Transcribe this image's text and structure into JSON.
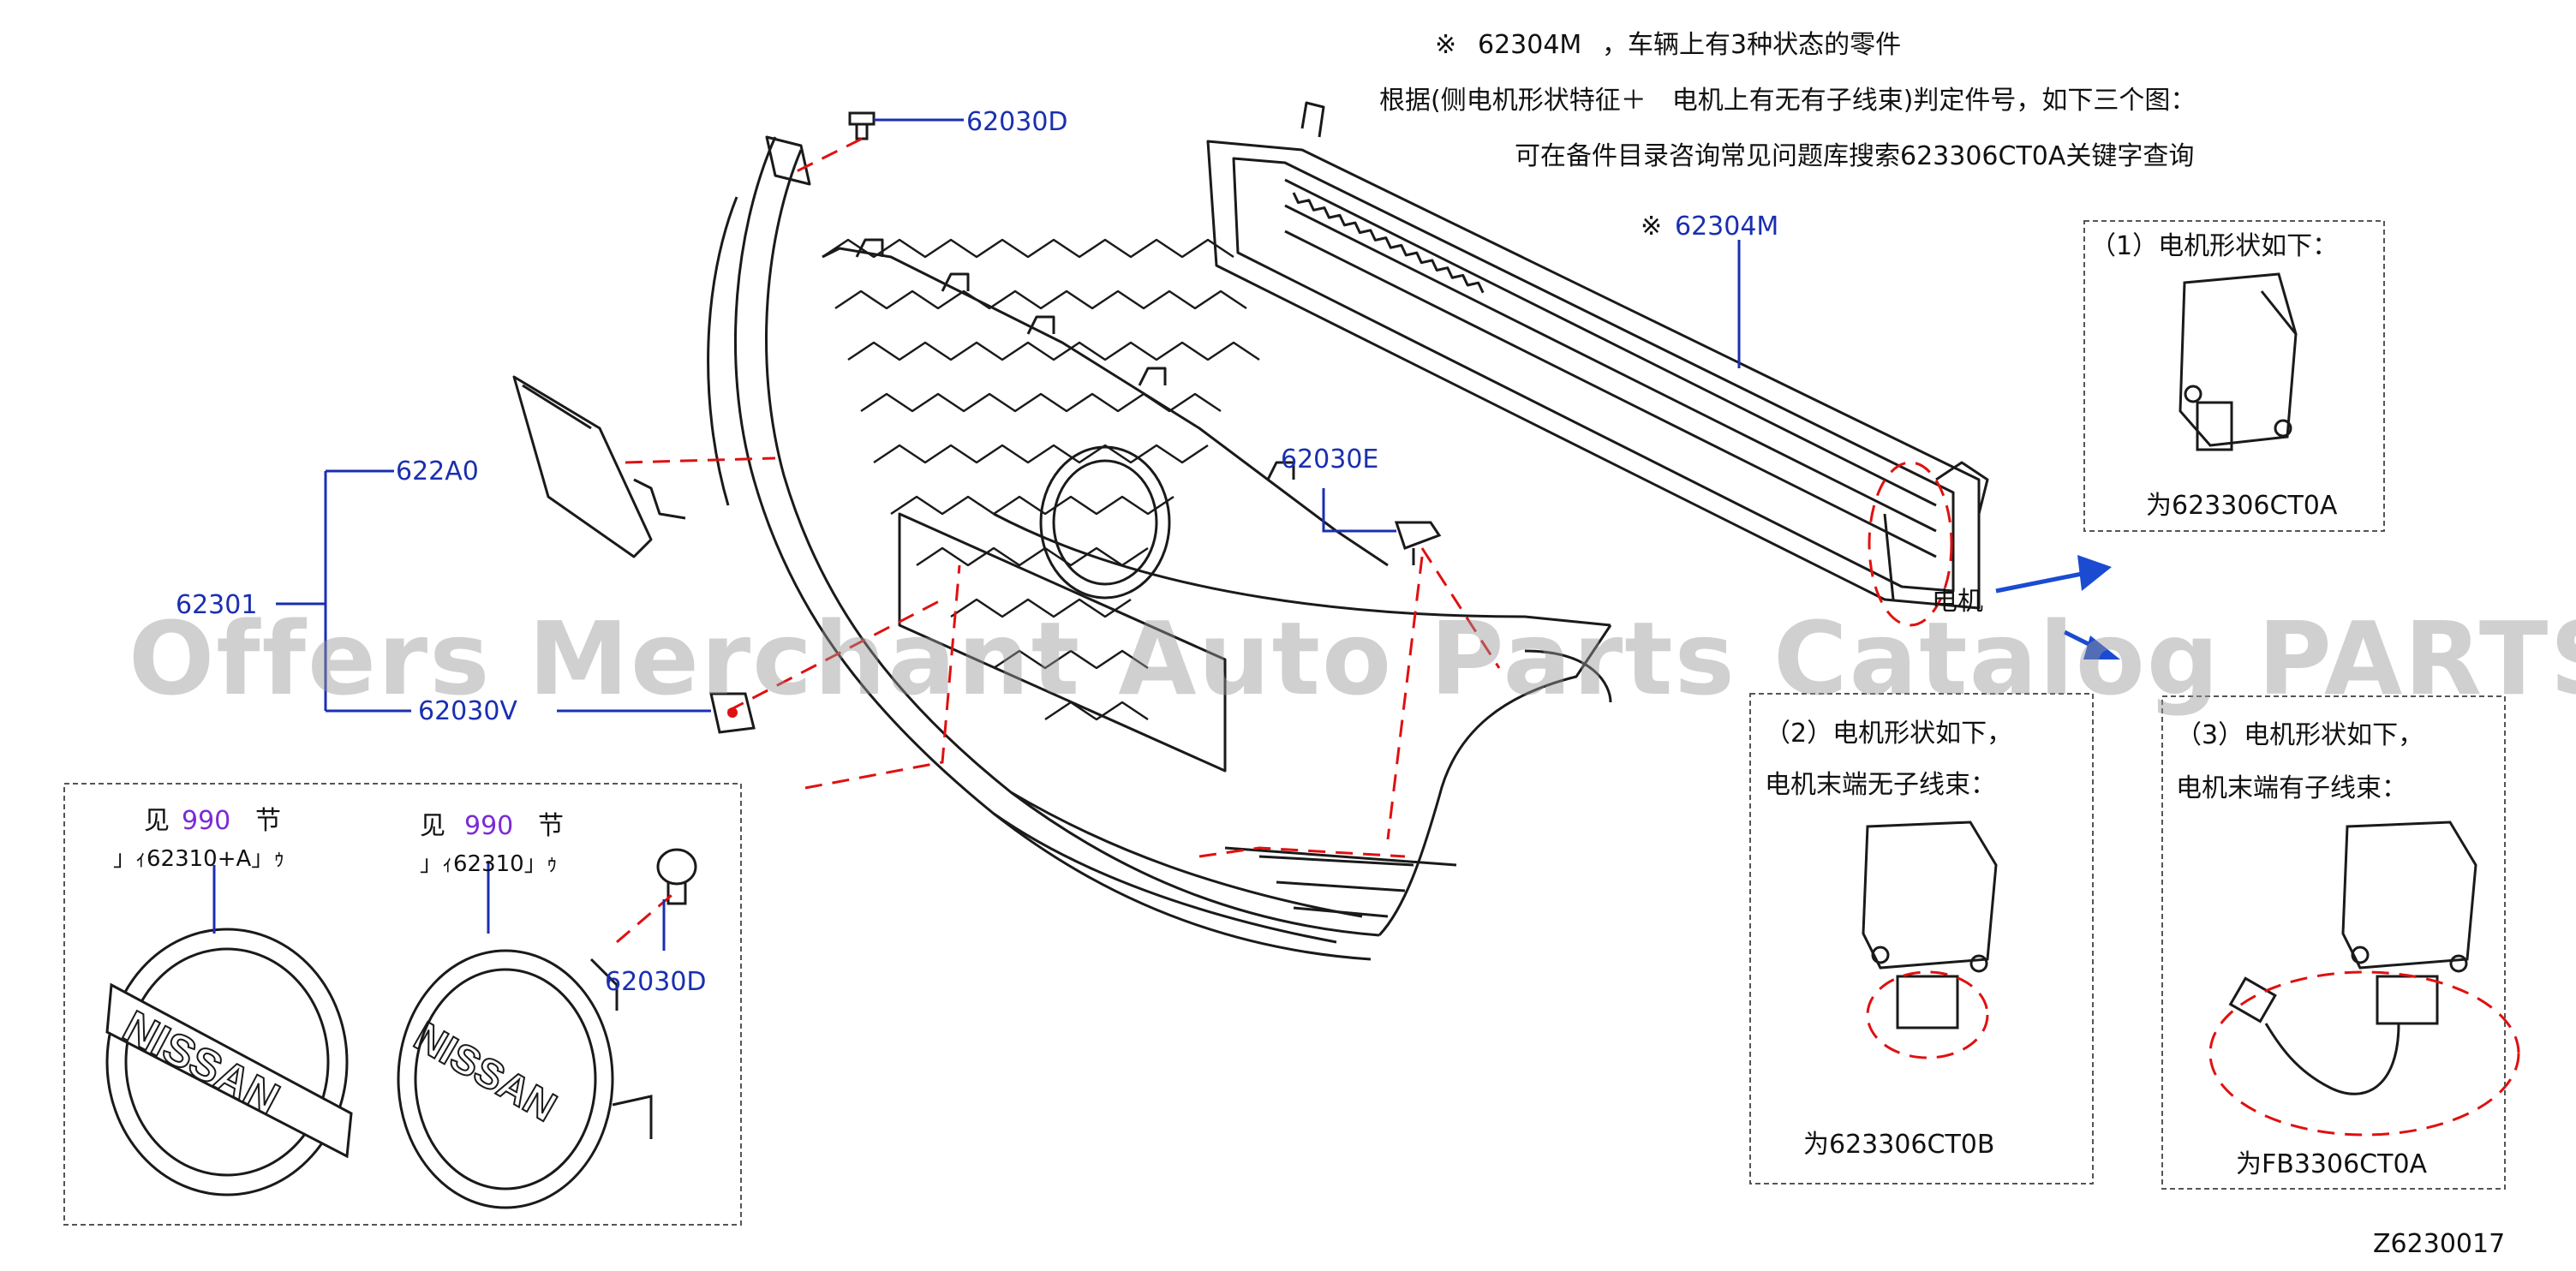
{
  "header": {
    "note_line1_mark": "※",
    "note_line1_part": "62304M",
    "note_line1_text": "，车辆上有3种状态的零件",
    "note_line2": "根据(侧电机形状特征＋　电机上有无有子线束)判定件号，如下三个图：",
    "note_line3": "可在备件目录咨询常见问题库搜索623306CT0A关键字查询"
  },
  "callouts": {
    "top_clip": "62030D",
    "ventilator_mark": "※",
    "ventilator": "62304M",
    "cover": "622A0",
    "grille_assy": "62301",
    "bracket": "62030V",
    "clip_e": "62030E",
    "emblem_clip": "62030D",
    "motor": "电机"
  },
  "emblem_box": {
    "see1": "见",
    "section1": "990",
    "jie1": "节",
    "ref1": "」ｨ62310+A」ｩ",
    "see2": "见",
    "section2": "990",
    "jie2": "节",
    "ref2": "」ｨ62310」ｩ",
    "logo_text": "NISSAN"
  },
  "motor_boxes": [
    {
      "line1": "（1）电机形状如下：",
      "line2": "",
      "part": "为623306CT0A"
    },
    {
      "line1": "（2）电机形状如下，",
      "line2": "电机末端无子线束：",
      "part": "为623306CT0B"
    },
    {
      "line1": "（3）电机形状如下，",
      "line2": "电机末端有子线束：",
      "part": "为FB3306CT0A"
    }
  ],
  "diagram_code": "Z6230017",
  "watermark": "Offers Merchant Auto Parts Catalog PARTSTORE.SA",
  "colors": {
    "callout": "#1a2fb0",
    "section": "#7a2bd6",
    "dash": "#e01010",
    "arrow": "#1a4bd0",
    "line": "#1a1a1a"
  }
}
